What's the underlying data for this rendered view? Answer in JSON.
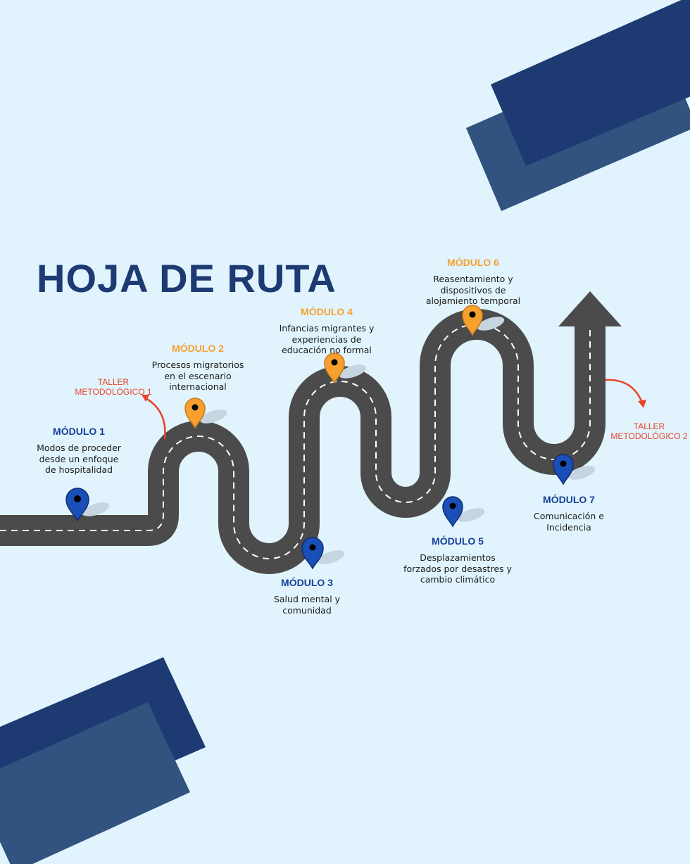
{
  "title": "HOJA DE RUTA",
  "colors": {
    "background": "#e1f4fd",
    "navy": "#1d3a73",
    "navy_light": "#32527f",
    "road": "#4b4b4b",
    "pin_blue": "#1a4fb8",
    "pin_orange": "#f7a030",
    "accent_red": "#e8432b"
  },
  "modules": [
    {
      "label": "MÓDULO 1",
      "desc": "Modos de proceder\ndesde un enfoque\nde hospitalidad"
    },
    {
      "label": "MÓDULO 2",
      "desc": "Procesos migratorios\nen el escenario\ninternacional"
    },
    {
      "label": "MÓDULO 3",
      "desc": "Salud mental y\ncomunidad"
    },
    {
      "label": "MÓDULO 4",
      "desc": "Infancias migrantes y\nexperiencias de\neducación no formal"
    },
    {
      "label": "MÓDULO 5",
      "desc": "Desplazamientos\nforzados por desastres y\ncambio climático"
    },
    {
      "label": "MÓDULO 6",
      "desc": "Reasentamiento y\ndispositivos de\nalojamiento temporal"
    },
    {
      "label": "MÓDULO 7",
      "desc": "Comunicación e\nIncidencia"
    }
  ],
  "talleres": [
    {
      "label": "TALLER\nMETODOLÓGICO 1"
    },
    {
      "label": "TALLER\nMETODOLÓGICO 2"
    }
  ]
}
